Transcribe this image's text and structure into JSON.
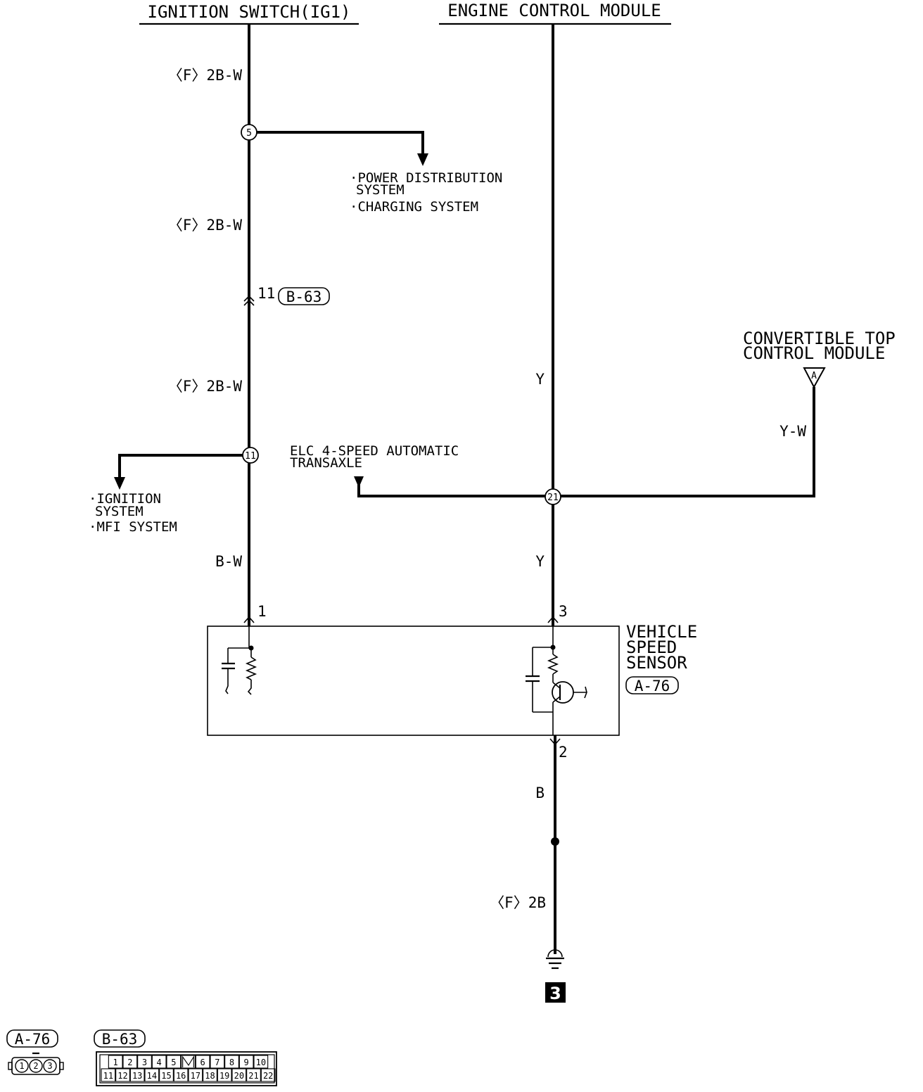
{
  "headers": {
    "ignition_switch": "IGNITION SWITCH(IG1)",
    "engine_control_module": "ENGINE CONTROL MODULE",
    "convertible_top_line1": "CONVERTIBLE TOP",
    "convertible_top_line2": "CONTROL MODULE"
  },
  "wires": {
    "f2bw_1": "〈F〉2B-W",
    "f2bw_2": "〈F〉2B-W",
    "f2bw_3": "〈F〉2B-W",
    "bw": "B-W",
    "y_upper": "Y",
    "y_lower": "Y",
    "yw": "Y-W",
    "b": "B",
    "f2b": "〈F〉2B"
  },
  "splices": {
    "s5": "5",
    "s11": "11",
    "s21": "21"
  },
  "branches": {
    "power_line1": "·POWER DISTRIBUTION",
    "power_line2": "SYSTEM",
    "charging": "·CHARGING SYSTEM",
    "ignition_line1": "·IGNITION",
    "ignition_line2": "SYSTEM",
    "mfi": "·MFI SYSTEM",
    "elc_line1": "ELC 4-SPEED AUTOMATIC",
    "elc_line2": "TRANSAXLE"
  },
  "connectors": {
    "b63_pin": "11",
    "b63_id": "B-63",
    "a76_id": "A-76",
    "pin1": "1",
    "pin3": "3",
    "pin2": "2",
    "offpage_a": "A"
  },
  "sensor": {
    "line1": "VEHICLE",
    "line2": "SPEED",
    "line3": "SENSOR"
  },
  "ground": {
    "number": "3"
  },
  "legend": {
    "a76_id": "A-76",
    "a76_pins": [
      "1",
      "2",
      "3"
    ],
    "b63_id": "B-63",
    "b63_top": [
      "1",
      "2",
      "3",
      "4",
      "5",
      "",
      "6",
      "7",
      "8",
      "9",
      "10"
    ],
    "b63_bottom": [
      "11",
      "12",
      "13",
      "14",
      "15",
      "16",
      "17",
      "18",
      "19",
      "20",
      "21",
      "22"
    ]
  }
}
